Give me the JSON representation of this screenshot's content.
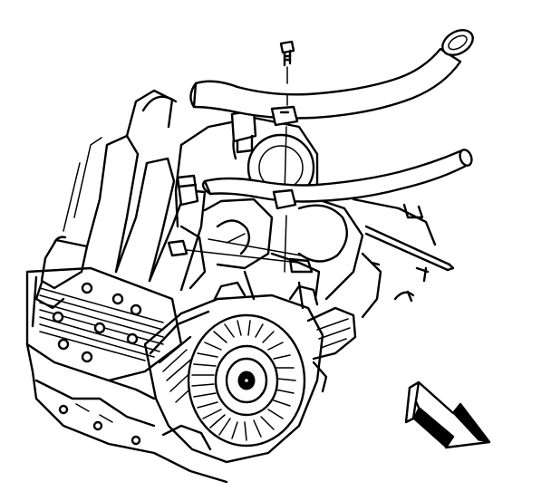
{
  "figure": {
    "colors": {
      "ink": "#000000",
      "paper": "#ffffff"
    },
    "parts": [
      "upper-coolant-hose",
      "lower-heater-hose",
      "hose-mount-bolt",
      "alternator",
      "intake-manifold",
      "exhaust-manifold",
      "thermostat-housing",
      "oil-dipstick-tube",
      "front-view-arrow"
    ]
  }
}
